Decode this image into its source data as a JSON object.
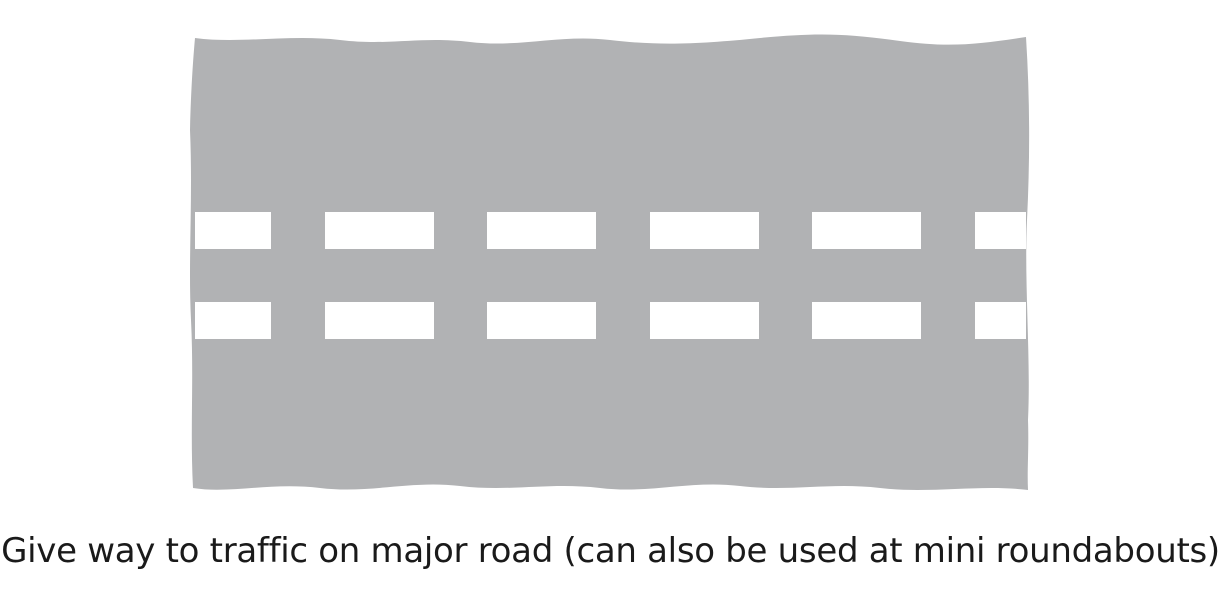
{
  "figure": {
    "caption": "Give way to traffic on major road (can also be used at mini roundabouts)",
    "road_color": "#b1b2b4",
    "marking_color": "#ffffff",
    "marking_rows": 2,
    "dashes_per_row": 6
  }
}
